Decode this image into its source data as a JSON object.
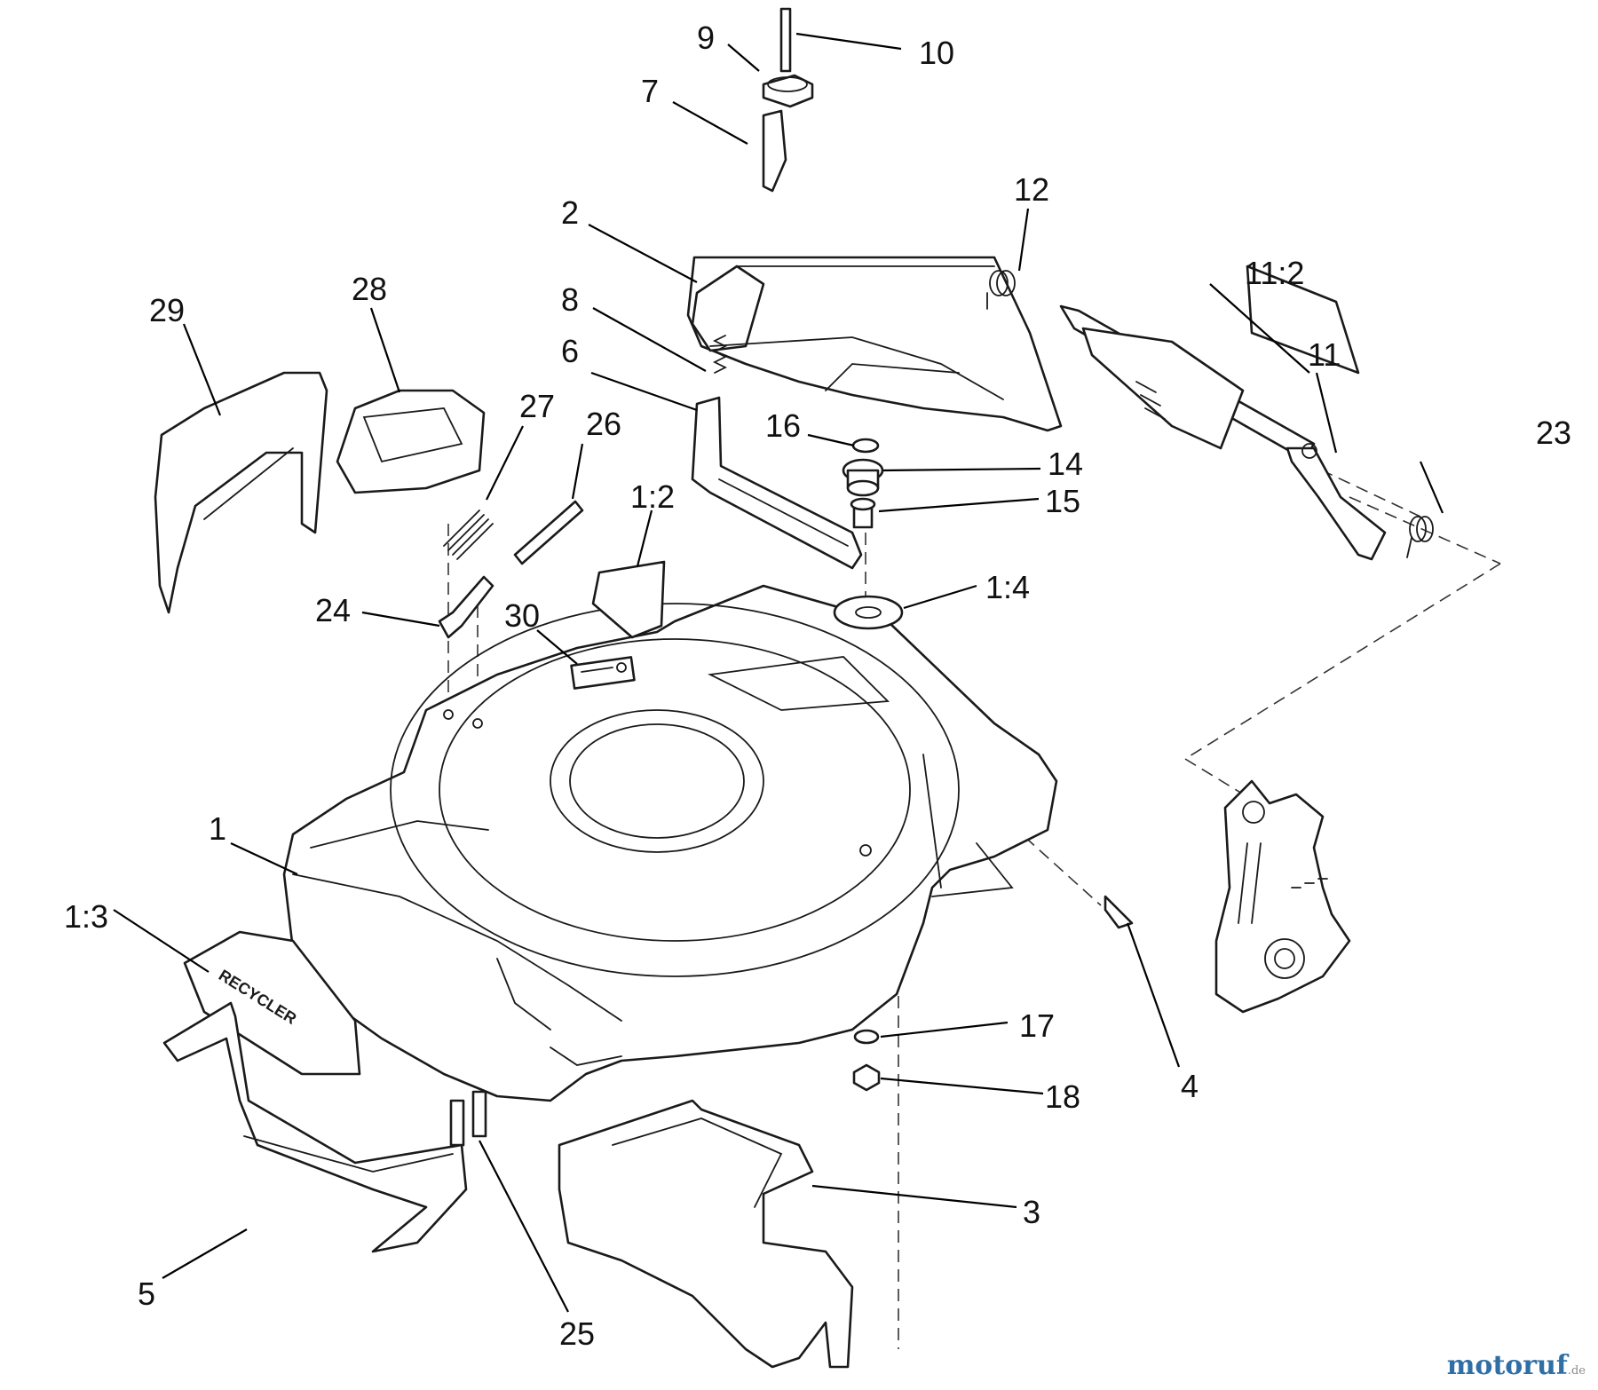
{
  "diagram": {
    "callouts": [
      {
        "id": "c10",
        "label": "10"
      },
      {
        "id": "c9",
        "label": "9"
      },
      {
        "id": "c7",
        "label": "7"
      },
      {
        "id": "c12",
        "label": "12"
      },
      {
        "id": "c2",
        "label": "2"
      },
      {
        "id": "c11-2",
        "label": "11:2"
      },
      {
        "id": "c28",
        "label": "28"
      },
      {
        "id": "c29",
        "label": "29"
      },
      {
        "id": "c8",
        "label": "8"
      },
      {
        "id": "c11",
        "label": "11"
      },
      {
        "id": "c6",
        "label": "6"
      },
      {
        "id": "c27",
        "label": "27"
      },
      {
        "id": "c23",
        "label": "23"
      },
      {
        "id": "c26",
        "label": "26"
      },
      {
        "id": "c16",
        "label": "16"
      },
      {
        "id": "c14",
        "label": "14"
      },
      {
        "id": "c1-2",
        "label": "1:2"
      },
      {
        "id": "c15",
        "label": "15"
      },
      {
        "id": "c1-4",
        "label": "1:4"
      },
      {
        "id": "c24",
        "label": "24"
      },
      {
        "id": "c30",
        "label": "30"
      },
      {
        "id": "c1",
        "label": "1"
      },
      {
        "id": "c1-3",
        "label": "1:3"
      },
      {
        "id": "c4",
        "label": "4"
      },
      {
        "id": "c17",
        "label": "17"
      },
      {
        "id": "c18",
        "label": "18"
      },
      {
        "id": "c3",
        "label": "3"
      },
      {
        "id": "c5",
        "label": "5"
      },
      {
        "id": "c25",
        "label": "25"
      }
    ],
    "decal_1_3_text": "RECYCLER",
    "brand": {
      "name": "motoruf",
      "suffix": ".de"
    }
  },
  "colors": {
    "line": "#1a1a1a",
    "brand": "#2f6fa6"
  }
}
